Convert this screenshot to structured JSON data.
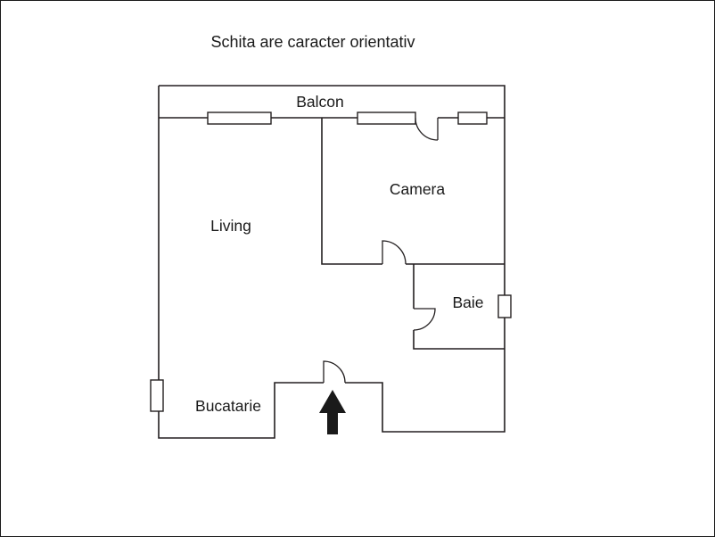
{
  "title": "Schita are caracter orientativ",
  "rooms": {
    "balcon": "Balcon",
    "living": "Living",
    "camera": "Camera",
    "baie": "Baie",
    "bucatarie": "Bucatarie"
  },
  "icons": {
    "entrance_arrow": "up-arrow-entrance-marker"
  },
  "colors": {
    "wall": "#231f20",
    "background": "#ffffff",
    "arrow_fill": "#1a1a1a",
    "page_border": "#1a1a1a"
  }
}
